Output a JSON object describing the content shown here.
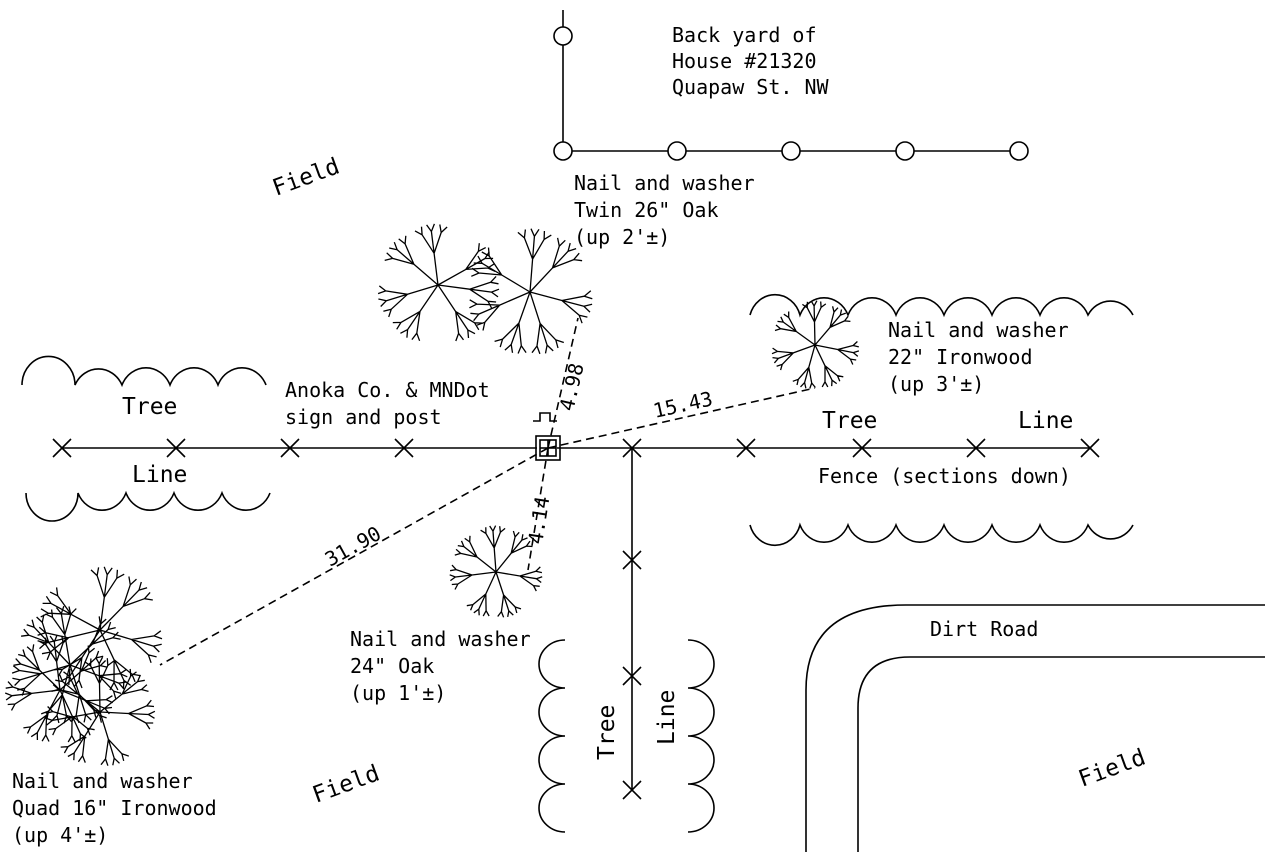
{
  "labels": {
    "backyard": [
      "Back yard of",
      "House #21320",
      "Quapaw St. NW"
    ],
    "field_top": "Field",
    "field_bottom_left": "Field",
    "field_right": "Field",
    "twin_oak": [
      "Nail and washer",
      "Twin 26\" Oak",
      "(up 2'±)"
    ],
    "ironwood_22": [
      "Nail and washer",
      "22\" Ironwood",
      "(up 3'±)"
    ],
    "sign_post": [
      "Anoka Co. & MNDot",
      "sign and post"
    ],
    "tree_left": "Tree",
    "line_left": "Line",
    "tree_right": "Tree",
    "line_right": "Line",
    "fence": "Fence (sections down)",
    "oak_24": [
      "Nail and washer",
      "24\" Oak",
      "(up 1'±)"
    ],
    "ironwood_quad": [
      "Nail and washer",
      "Quad 16\" Ironwood",
      "(up 4'±)"
    ],
    "tree_bottom": "Tree",
    "line_bottom": "Line",
    "dirt_road": "Dirt Road"
  },
  "dimensions": {
    "twin_oak": "4.98",
    "ironwood": "15.43",
    "oak_24": "4.14",
    "ironwood_quad": "31.90"
  }
}
